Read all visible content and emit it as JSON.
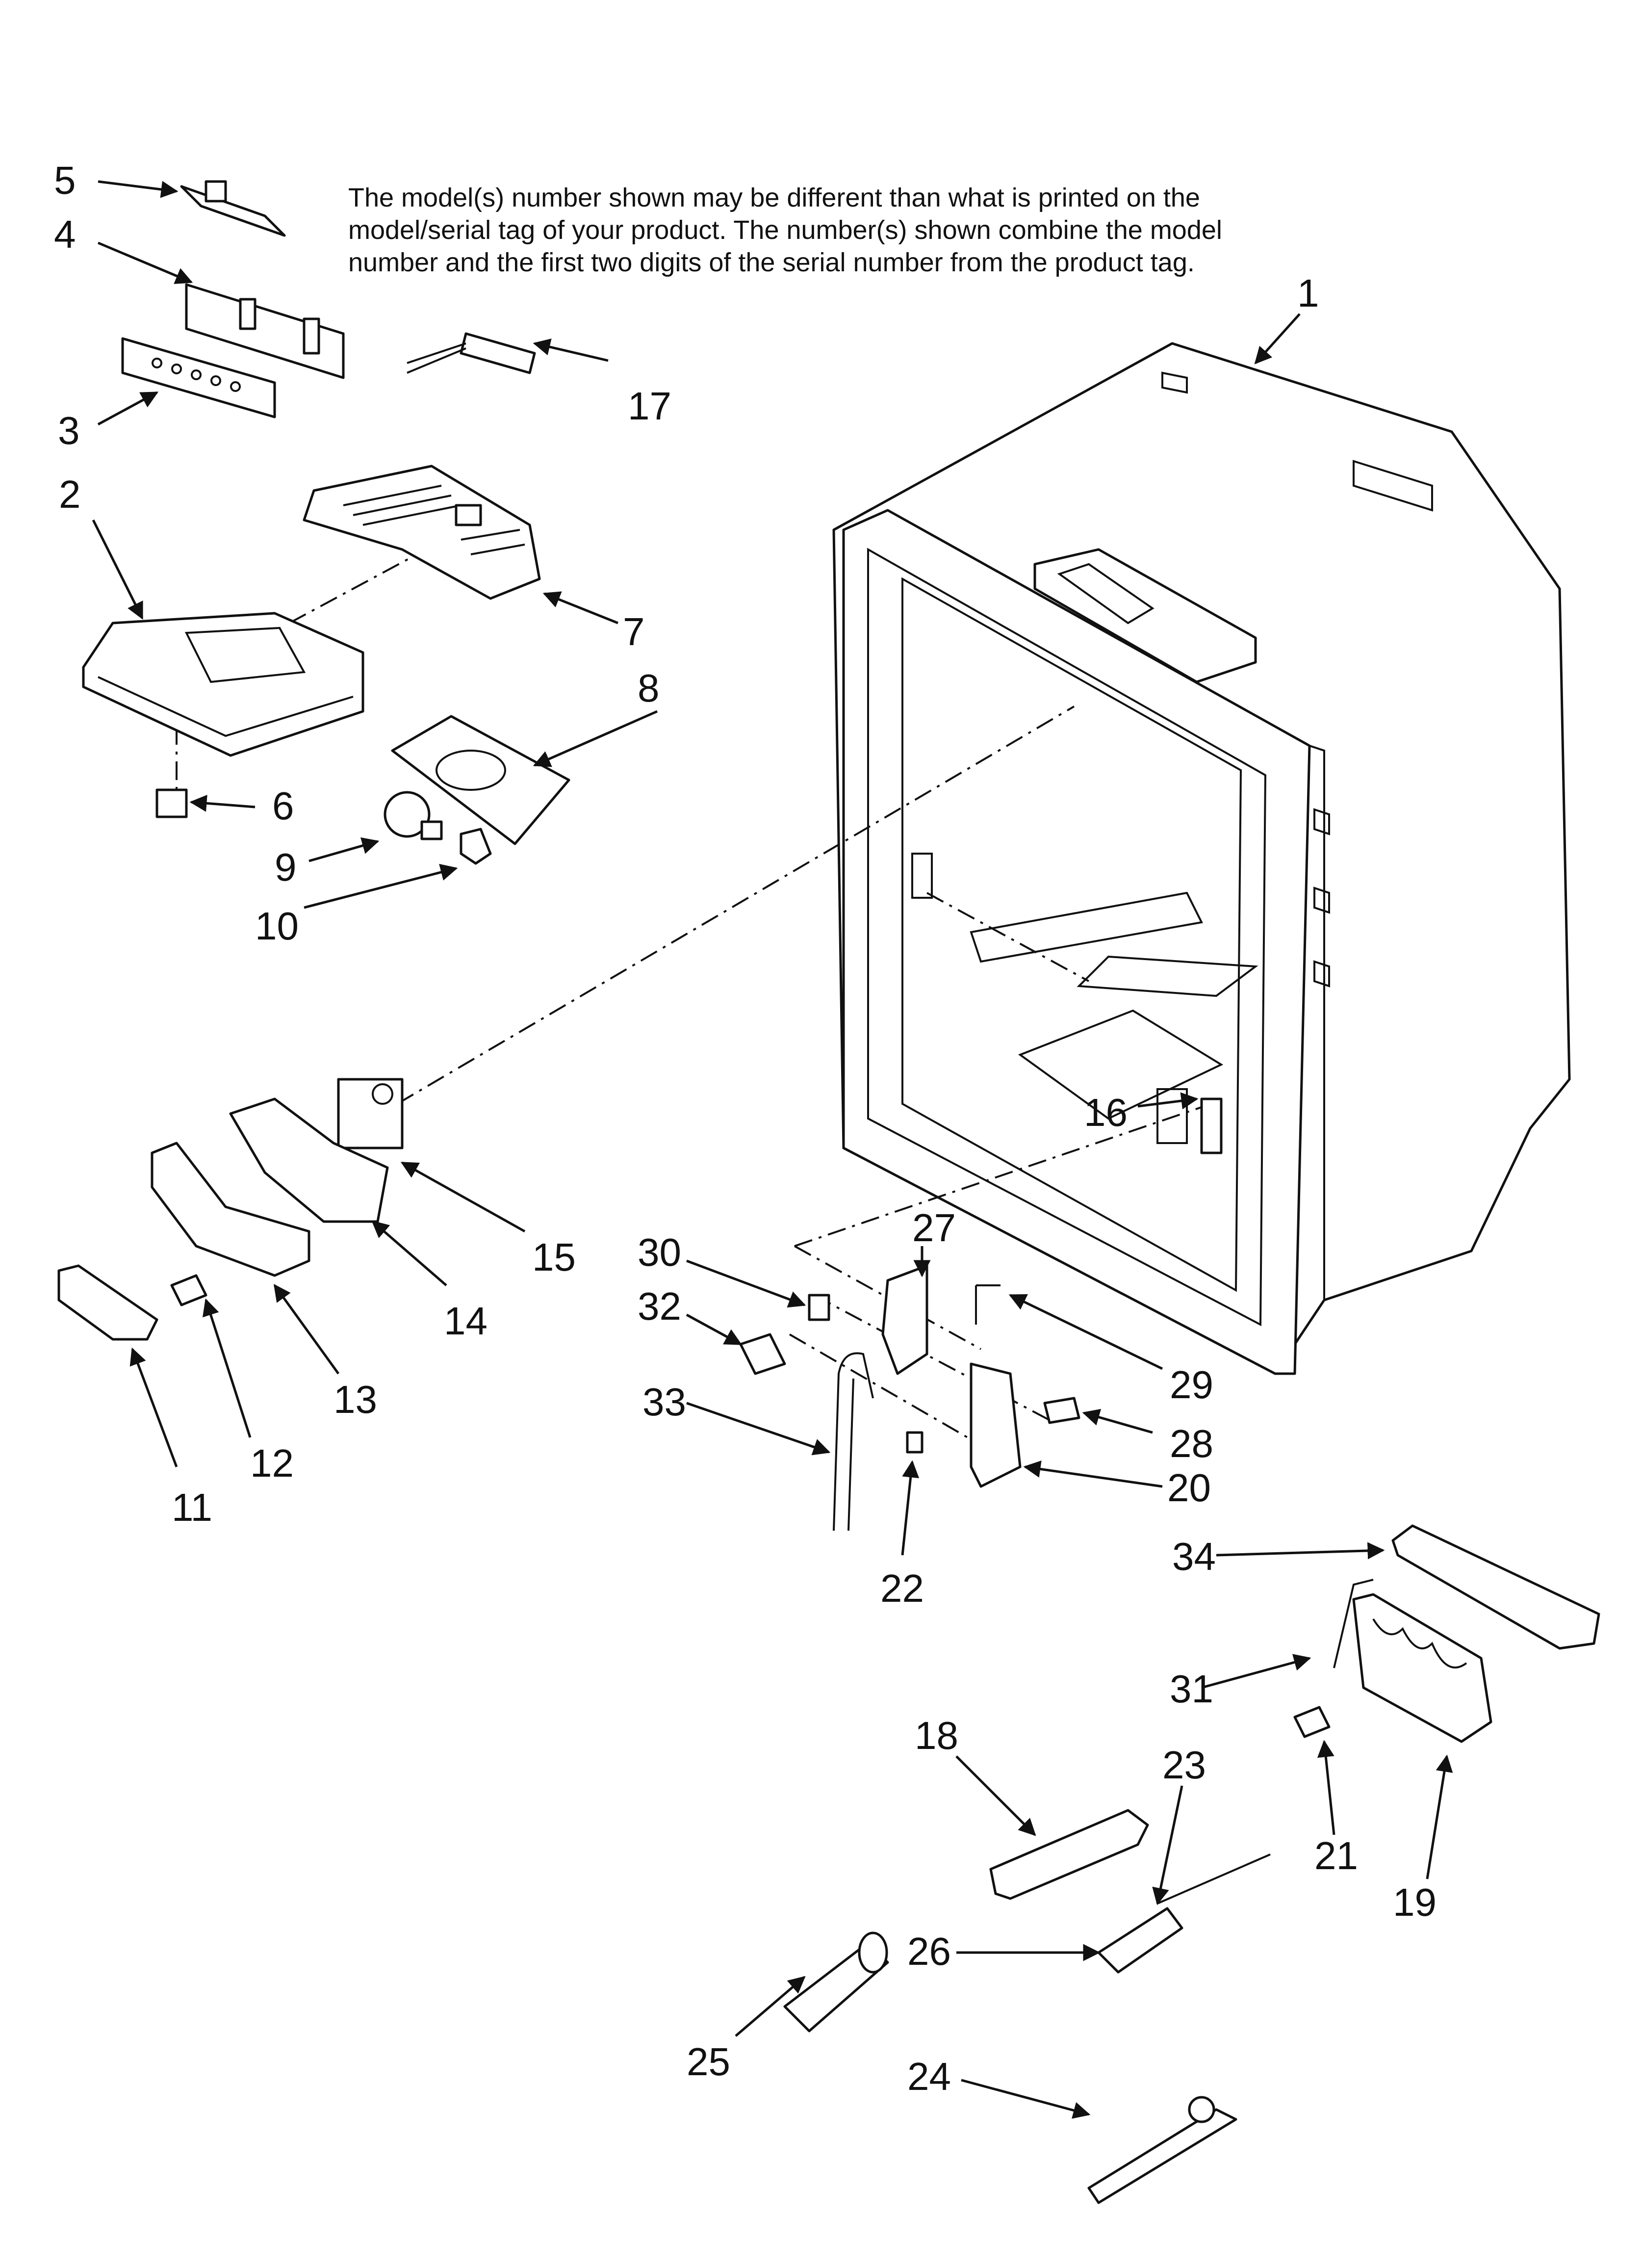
{
  "note": {
    "line1": "The model(s) number shown may be different than what is printed on the",
    "line2": "model/serial tag of your product. The number(s) shown combine the model",
    "line3": "number and the first two digits of the serial number from the product tag."
  },
  "callouts": [
    "1",
    "2",
    "3",
    "4",
    "5",
    "6",
    "7",
    "8",
    "9",
    "10",
    "11",
    "12",
    "13",
    "14",
    "15",
    "16",
    "17",
    "18",
    "19",
    "20",
    "21",
    "22",
    "23",
    "24",
    "25",
    "26",
    "27",
    "28",
    "29",
    "30",
    "31",
    "32",
    "33",
    "34"
  ]
}
